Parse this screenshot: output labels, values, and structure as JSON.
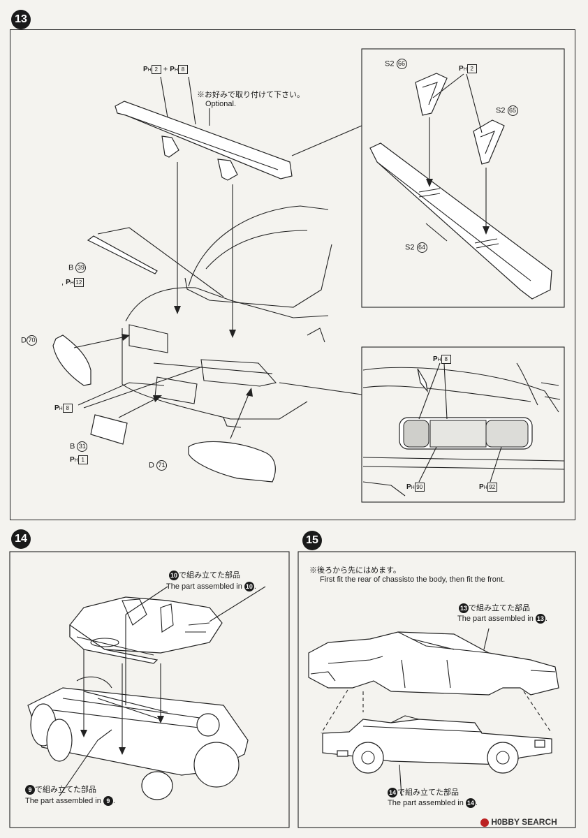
{
  "step13": {
    "number": "13",
    "wing_label": {
      "prefix_a": "P",
      "sub": "H",
      "num_a": "2",
      "plus": "+",
      "num_b": "8"
    },
    "optional_jp": "※お好みで取り付けて下さい。",
    "optional_en": "Optional.",
    "parts": {
      "b39": {
        "letter": "B",
        "num": "39"
      },
      "ph12": {
        "num": "12"
      },
      "d70": {
        "letter": "D",
        "num": "70"
      },
      "ph8": {
        "num": "8"
      },
      "b31": {
        "letter": "B",
        "num": "31"
      },
      "ph1": {
        "num": "1"
      },
      "d71": {
        "letter": "D",
        "num": "71"
      }
    },
    "detail_wing": {
      "s2_66": {
        "letter": "S2",
        "num": "66"
      },
      "ph2": {
        "num": "2"
      },
      "s2_65": {
        "letter": "S2",
        "num": "65"
      },
      "s2_64": {
        "letter": "S2",
        "num": "64"
      }
    },
    "detail_light": {
      "ph8": {
        "num": "8"
      },
      "ph90": {
        "num": "90"
      },
      "ph92": {
        "num": "92"
      }
    }
  },
  "step14": {
    "number": "14",
    "top_ref": "10",
    "top_jp": "で組み立てた部品",
    "top_en": "The part assembled in",
    "bottom_ref": "9",
    "bottom_jp": "で組み立てた部品",
    "bottom_en": "The part assembled in"
  },
  "step15": {
    "number": "15",
    "note_jp": "※後ろから先にはめます。",
    "note_en": "First fit the rear of chassisto the body, then fit the front.",
    "top_ref": "13",
    "top_jp": "で組み立てた部品",
    "top_en": "The part assembled in",
    "bottom_ref": "14",
    "bottom_jp": "で組み立てた部品",
    "bottom_en": "The part assembled in"
  },
  "watermark": {
    "text": "H0BBY SEARCH"
  }
}
